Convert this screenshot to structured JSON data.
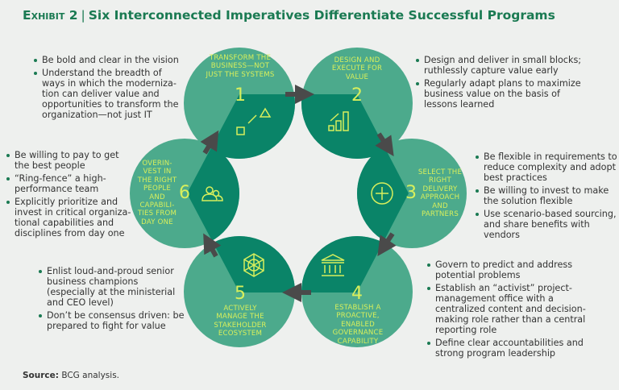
{
  "title": {
    "exhibit": "Exhibit 2",
    "separator": "|",
    "text": "Six Interconnected Imperatives Differentiate Successful Programs"
  },
  "imperatives": [
    {
      "number": "1",
      "label": "Transform the business—not just the systems",
      "icon": "shapes-transform-icon",
      "bullets": [
        "Be bold and clear in the vision",
        "Understand the breadth of ways in which the moderniza-tion can deliver value and opportunities to transform the organization—not just IT"
      ]
    },
    {
      "number": "2",
      "label": "Design and execute for value",
      "icon": "bar-chart-growth-icon",
      "bullets": [
        "Design and deliver in small blocks; ruthlessly capture value early",
        "Regularly adapt plans to maximize business value on the basis of lessons learned"
      ]
    },
    {
      "number": "3",
      "label": "Select the right delivery approach and partners",
      "icon": "plus-circle-icon",
      "bullets": [
        "Be flexible in requirements to reduce complexity and adopt best practices",
        "Be willing to invest to make the solution flexible",
        "Use scenario-based sourcing, and share benefits with vendors"
      ]
    },
    {
      "number": "4",
      "label": "Establish a proactive, enabled governance capability",
      "icon": "government-building-icon",
      "bullets": [
        "Govern to predict and address potential problems",
        "Establish an “activist” project-management office with a centralized content and decision-making role rather than a central reporting role",
        "Define clear accountabilities and strong program leadership"
      ]
    },
    {
      "number": "5",
      "label": "Actively manage the stakeholder ecosystem",
      "icon": "network-icon",
      "bullets": [
        "Enlist loud-and-proud senior business champions (especially at the ministerial and CEO level)",
        "Don’t be consensus driven: be prepared to fight for value"
      ]
    },
    {
      "number": "6",
      "label": "Overin-vest in the right people and capabili-ties from day one",
      "icon": "people-icon",
      "bullets": [
        "Be willing to pay to get the best people",
        "“Ring-fence” a high-performance team",
        "Explicitly prioritize and invest in critical organiza-tional capabilities and disciplines from day one"
      ]
    }
  ],
  "source": {
    "label": "Source:",
    "text": "BCG analysis."
  },
  "colors": {
    "light": "#4caa8c",
    "dark": "#0a8468",
    "accent": "#d8ef5c",
    "arrow": "#4a4a4a",
    "title": "#1a7a52"
  }
}
